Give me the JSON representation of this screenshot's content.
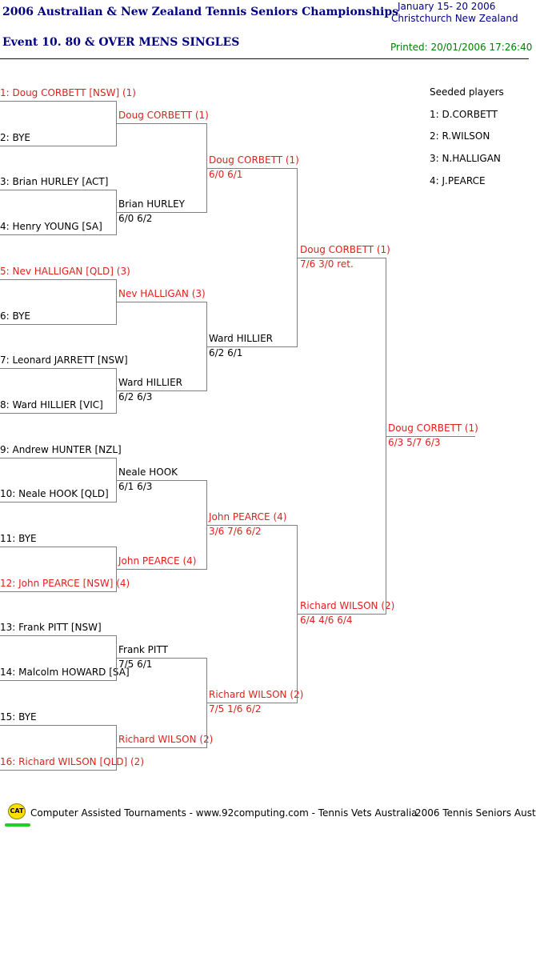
{
  "header": {
    "title": "2006 Australian & New Zealand Tennis Seniors Championships",
    "event": "Event 10. 80 & OVER MENS SINGLES",
    "dates": "January 15- 20 2006",
    "location": "Christchurch   New Zealand",
    "printed": "Printed: 20/01/2006 17:26:40"
  },
  "round1": [
    {
      "label": "1: Doug CORBETT [NSW] (1)",
      "seed": true
    },
    {
      "label": "2: BYE",
      "seed": false
    },
    {
      "label": "3: Brian HURLEY [ACT]",
      "seed": false
    },
    {
      "label": "4: Henry YOUNG [SA]",
      "seed": false
    },
    {
      "label": "5: Nev HALLIGAN [QLD] (3)",
      "seed": true
    },
    {
      "label": "6: BYE",
      "seed": false
    },
    {
      "label": "7: Leonard JARRETT [NSW]",
      "seed": false
    },
    {
      "label": "8: Ward HILLIER [VIC]",
      "seed": false
    },
    {
      "label": "9: Andrew HUNTER [NZL]",
      "seed": false
    },
    {
      "label": "10: Neale HOOK [QLD]",
      "seed": false
    },
    {
      "label": "11: BYE",
      "seed": false
    },
    {
      "label": "12: John PEARCE [NSW] (4)",
      "seed": true
    },
    {
      "label": "13: Frank PITT [NSW]",
      "seed": false
    },
    {
      "label": "14: Malcolm HOWARD [SA]",
      "seed": false
    },
    {
      "label": "15: BYE",
      "seed": false
    },
    {
      "label": "16: Richard WILSON [QLD] (2)",
      "seed": true
    }
  ],
  "round2": [
    {
      "name": "Doug CORBETT (1)",
      "score": "",
      "seed": true
    },
    {
      "name": "Brian HURLEY",
      "score": "6/0 6/2",
      "seed": false
    },
    {
      "name": "Nev HALLIGAN (3)",
      "score": "",
      "seed": true
    },
    {
      "name": "Ward HILLIER",
      "score": "6/2 6/3",
      "seed": false
    },
    {
      "name": "Neale HOOK",
      "score": "6/1 6/3",
      "seed": false
    },
    {
      "name": "John PEARCE (4)",
      "score": "",
      "seed": true
    },
    {
      "name": "Frank PITT",
      "score": "7/5 6/1",
      "seed": false
    },
    {
      "name": "Richard WILSON (2)",
      "score": "",
      "seed": true
    }
  ],
  "quarterfinals": [
    {
      "name": "Doug CORBETT (1)",
      "score": "6/0 6/1",
      "seed": true
    },
    {
      "name": "Ward HILLIER",
      "score": "6/2 6/1",
      "seed": false
    },
    {
      "name": "John PEARCE (4)",
      "score": "3/6 7/6 6/2",
      "seed": true
    },
    {
      "name": "Richard WILSON (2)",
      "score": "7/5 1/6 6/2",
      "seed": true
    }
  ],
  "semifinals": [
    {
      "name": "Doug CORBETT (1)",
      "score": "7/6 3/0 ret.",
      "seed": true
    },
    {
      "name": "Richard WILSON (2)",
      "score": "6/4 4/6 6/4",
      "seed": true
    }
  ],
  "final": {
    "name": "Doug CORBETT (1)",
    "score": "6/3 5/7 6/3",
    "seed": true
  },
  "seeded": {
    "heading": "Seeded players",
    "players": [
      "1: D.CORBETT",
      "2: R.WILSON",
      "3: N.HALLIGAN",
      "4: J.PEARCE"
    ]
  },
  "footer": {
    "badge": "CAT",
    "text": "Computer Assisted Tournaments - www.92computing.com -  Tennis Vets Australia",
    "right": "2006 Tennis Seniors Aust"
  }
}
